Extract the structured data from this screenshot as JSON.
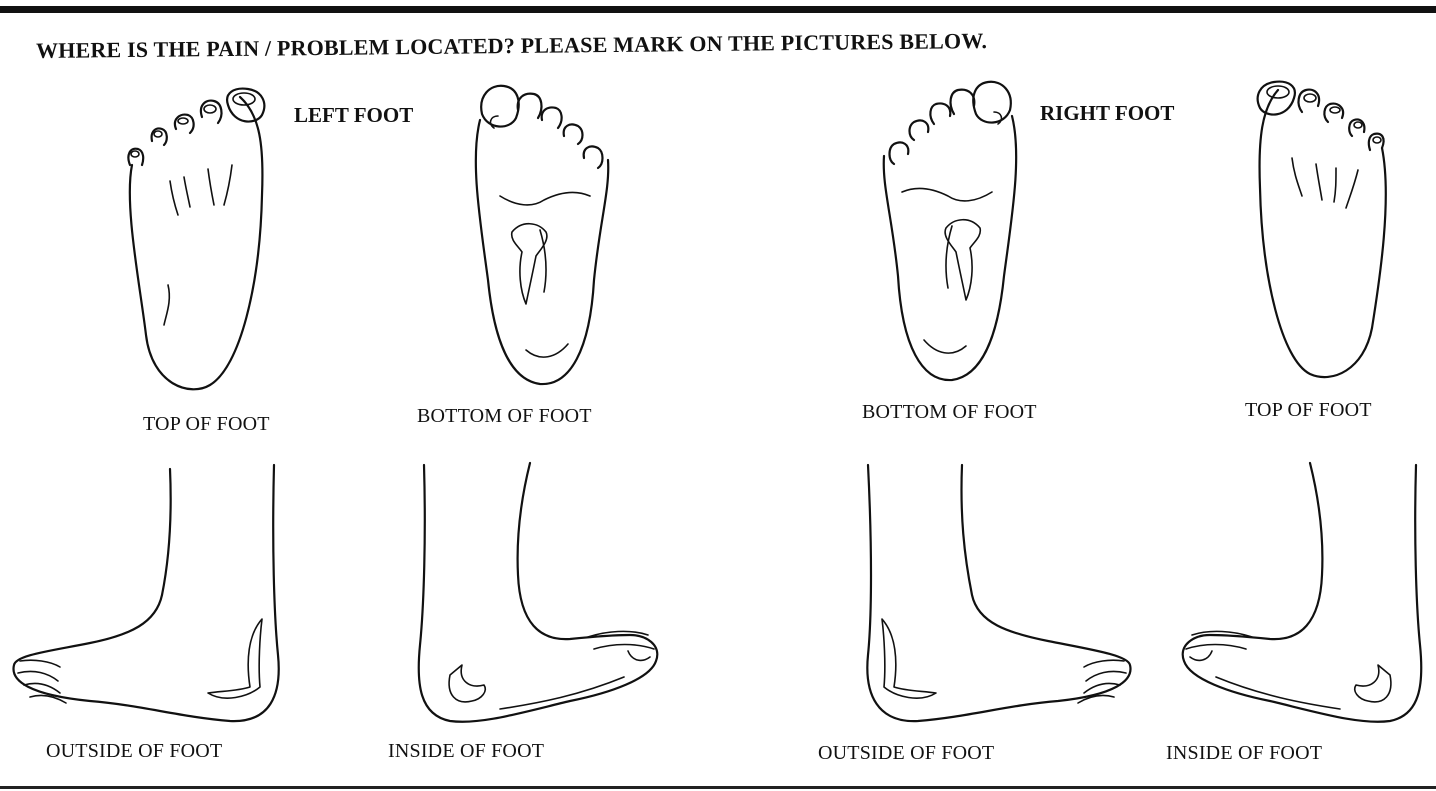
{
  "form": {
    "heading": "WHERE IS THE PAIN / PROBLEM LOCATED?  PLEASE MARK ON THE PICTURES BELOW.",
    "left_label": "LEFT FOOT",
    "right_label": "RIGHT FOOT"
  },
  "captions": {
    "left_top": "TOP OF FOOT",
    "left_bottom": "BOTTOM OF FOOT",
    "right_bottom": "BOTTOM OF FOOT",
    "right_top": "TOP OF FOOT",
    "left_outside": "OUTSIDE OF FOOT",
    "left_inside": "INSIDE OF FOOT",
    "right_outside": "OUTSIDE OF FOOT",
    "right_inside": "INSIDE OF FOOT"
  }
}
